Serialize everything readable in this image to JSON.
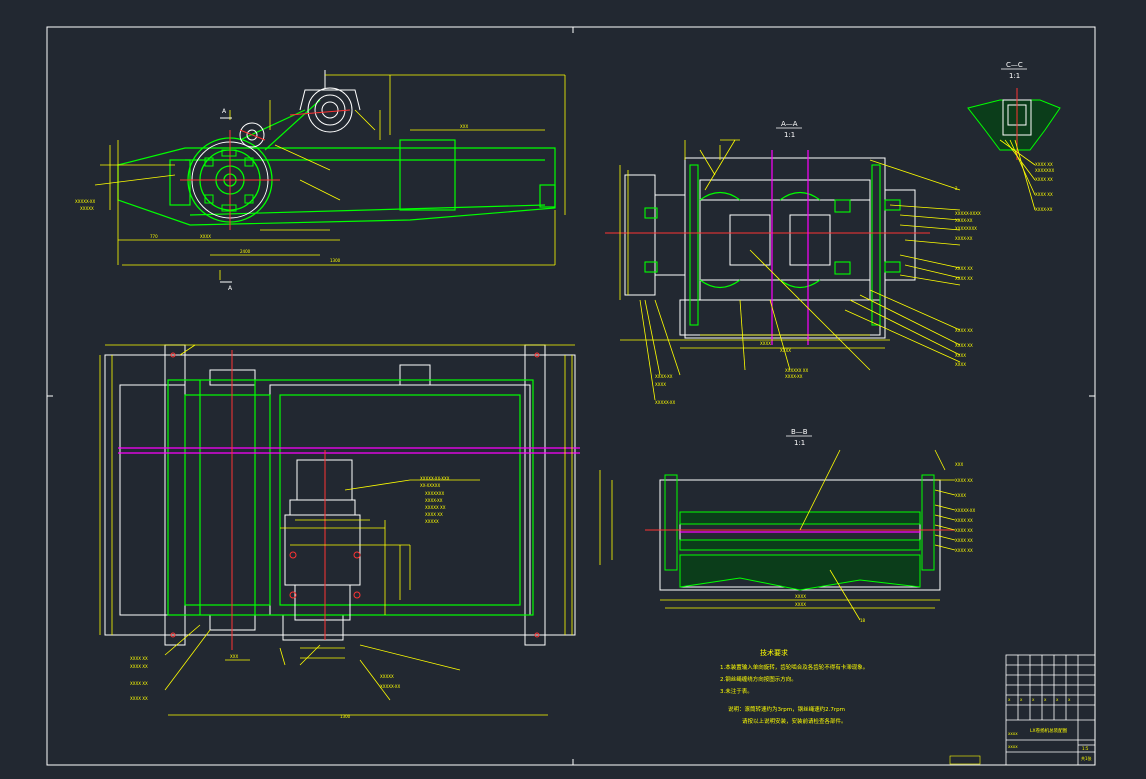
{
  "views": {
    "section_aa": {
      "title": "A—A",
      "scale": "1:1"
    },
    "section_bb": {
      "title": "B—B",
      "scale": "1:1"
    },
    "section_cc": {
      "title": "C—C",
      "scale": "1:1"
    }
  },
  "section_labels": {
    "cut_a_top": "A",
    "cut_a_bottom": "A",
    "cut_left": "A"
  },
  "technical_notes": {
    "heading": "技术要求",
    "items": [
      "1.本装置输入单向旋转，齿轮啮合及各齿轮不得有卡滞现象。",
      "2.钢丝绳缠绕方向按图示方向。",
      "3.未注于表。",
      "说明：滚筒转速约为3rpm，钢丝绳速约2.7rpm",
      "请按以上说明安装，安装前请检查各部件。"
    ]
  },
  "title_block": {
    "drawing_name": "LX卷扬机总装配图",
    "scale": "1:5",
    "sheet": "共1张"
  },
  "colors": {
    "background": "#222831",
    "border": "#ffffff",
    "outline": "#ffffff",
    "dimension": "#ffff00",
    "structure": "#00ff00",
    "centerline": "#ff00ff",
    "axis": "#ff3333",
    "hatch": "#00cc44"
  }
}
